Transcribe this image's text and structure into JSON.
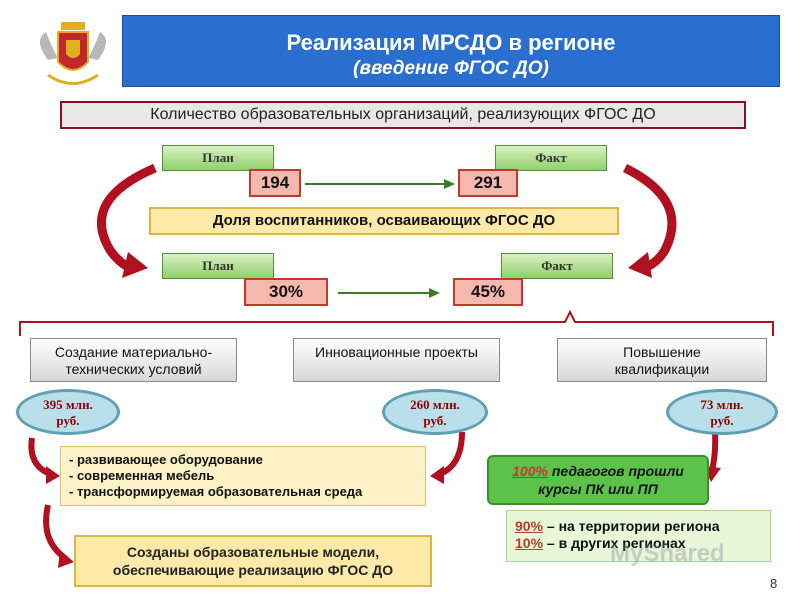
{
  "title": {
    "main": "Реализация МРСДО в регионе",
    "sub": "(введение ФГОС ДО)"
  },
  "section1": {
    "header": "Количество образовательных организаций, реализующих ФГОС ДО",
    "plan_label": "План",
    "fact_label": "Факт",
    "plan_value": "194",
    "fact_value": "291"
  },
  "section2": {
    "header": "Доля воспитанников, осваивающих ФГОС ДО",
    "plan_label": "План",
    "fact_label": "Факт",
    "plan_value": "30%",
    "fact_value": "45%"
  },
  "directions": [
    {
      "label": "Создание материально-технических условий",
      "amount": "395 млн. руб."
    },
    {
      "label": "Инновационные проекты",
      "amount": "260 млн. руб."
    },
    {
      "label": "Повышение квалификации",
      "amount": "73 млн. руб."
    }
  ],
  "equipment_list": [
    "- развивающее оборудование",
    "- современная мебель",
    "- трансформируемая образовательная среда"
  ],
  "models_text": "Созданы образовательные модели, обеспечивающие реализацию ФГОС ДО",
  "training": {
    "percent": "100%",
    "text": " педагогов прошли курсы ПК или ПП",
    "region_percent": "90%",
    "region_text": " – на территории региона",
    "other_percent": "10%",
    "other_text": " – в других регионах"
  },
  "slide_number": "8",
  "watermark": "MyShared",
  "colors": {
    "title_bg": "#2a6fd0",
    "accent_red": "#c0392b",
    "green": "#5cc24a"
  }
}
